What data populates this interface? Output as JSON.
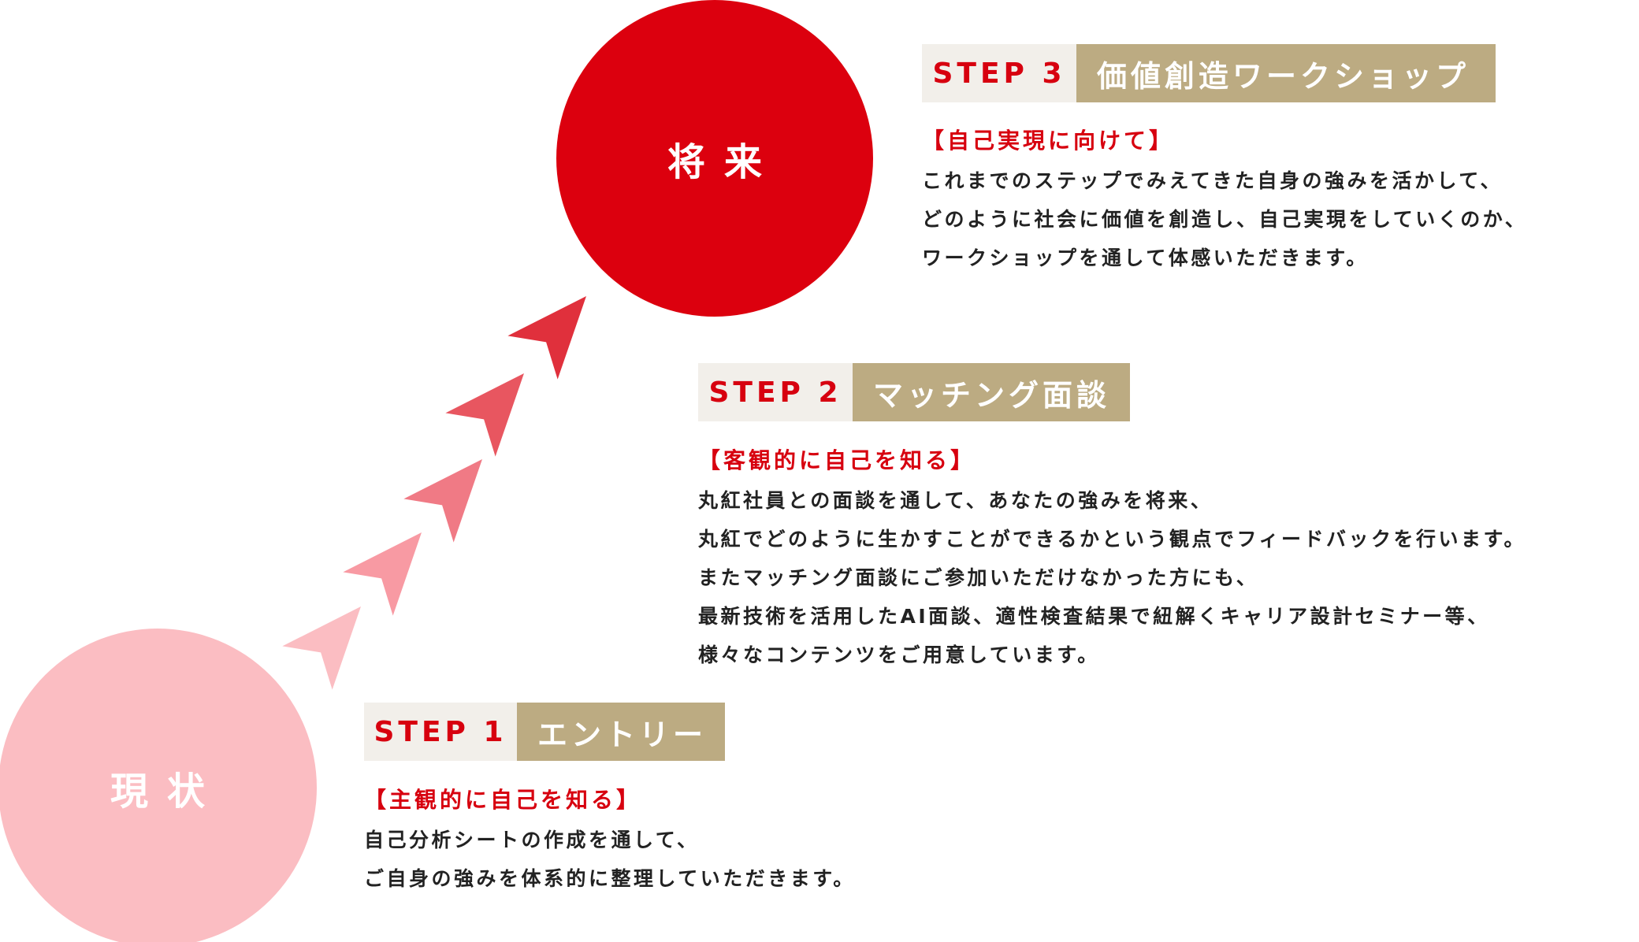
{
  "circles": {
    "current": "現状",
    "future": "将来"
  },
  "colors": {
    "current_circle": "#fbbdc2",
    "future_circle": "#dc000e",
    "step_number_text": "#d7000f",
    "step_number_bg": "#f2efea",
    "step_title_bg": "#bcab82",
    "arrow_gradient": [
      "#fbbdc2",
      "#f89aa3",
      "#f07a85",
      "#e85660",
      "#e0303c",
      "#dc000e"
    ]
  },
  "steps": [
    {
      "number": "STEP 1",
      "title": "エントリー",
      "subtitle": "【主観的に自己を知る】",
      "lines": [
        "自己分析シートの作成を通して、",
        "ご自身の強みを体系的に整理していただきます。"
      ]
    },
    {
      "number": "STEP 2",
      "title": "マッチング面談",
      "subtitle": "【客観的に自己を知る】",
      "lines": [
        "丸紅社員との面談を通して、あなたの強みを将来、",
        "丸紅でどのように生かすことができるかという観点でフィードバックを行います。",
        "またマッチング面談にご参加いただけなかった方にも、",
        "最新技術を活用したAI面談、適性検査結果で紐解くキャリア設計セミナー等、",
        "様々なコンテンツをご用意しています。"
      ]
    },
    {
      "number": "STEP 3",
      "title": "価値創造ワークショップ",
      "subtitle": "【自己実現に向けて】",
      "lines": [
        "これまでのステップでみえてきた自身の強みを活かして、",
        "どのように社会に価値を創造し、自己実現をしていくのか、",
        "ワークショップを通して体感いただきます。"
      ]
    }
  ]
}
